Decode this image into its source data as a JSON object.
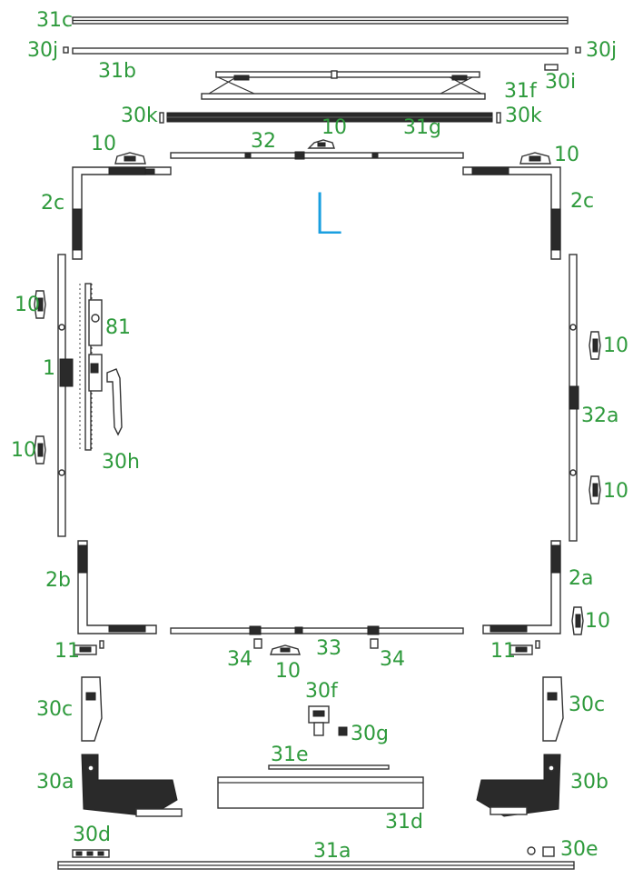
{
  "colors": {
    "label": "#2e9a3c",
    "accent": "#1a9fe0",
    "line": "#333333"
  },
  "direction_mark": "L",
  "labels": {
    "l31c": "31c",
    "l30j_left": "30j",
    "l30j_right": "30j",
    "l31b": "31b",
    "l31f": "31f",
    "l30i": "30i",
    "l30k_left": "30k",
    "l10_top": "10",
    "l31g": "31g",
    "l30k_right": "30k",
    "l10_tl": "10",
    "l32": "32",
    "l10_tr": "10",
    "l2c_left": "2c",
    "l2c_right": "2c",
    "l10_left_upper": "10",
    "l81": "81",
    "l1": "1",
    "l10_left_lower": "10",
    "l30h": "30h",
    "l10_right_upper": "10",
    "l32a": "32a",
    "l10_right_lower": "10",
    "l2b": "2b",
    "l2a": "2a",
    "l10_br": "10",
    "l11_left": "11",
    "l34_left": "34",
    "l33": "33",
    "l34_right": "34",
    "l11_right": "11",
    "l10_bottom": "10",
    "l30f": "30f",
    "l30c_left": "30c",
    "l30c_right": "30c",
    "l30g": "30g",
    "l31e": "31e",
    "l30a": "30a",
    "l30b": "30b",
    "l31d": "31d",
    "l30d": "30d",
    "l31a": "31a",
    "l30e": "30e"
  }
}
